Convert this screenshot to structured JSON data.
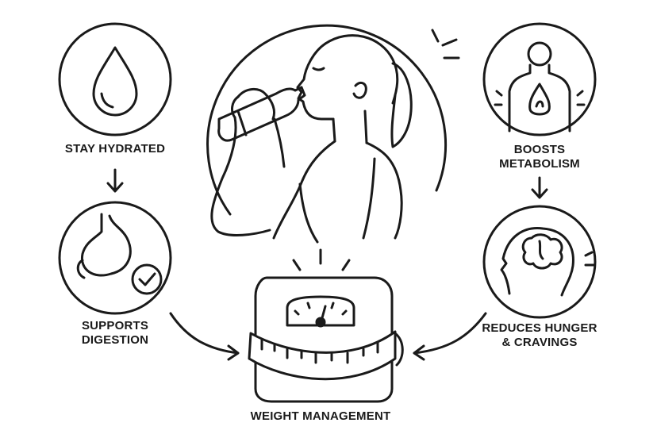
{
  "colors": {
    "ink": "#1a1a1a",
    "background": "#ffffff"
  },
  "benefits": {
    "hydrate": {
      "lines": [
        "STAY HYDRATED"
      ],
      "icon": "water-drop-icon"
    },
    "digestion": {
      "lines": [
        "SUPPORTS",
        "DIGESTION"
      ],
      "icon": "stomach-check-icon"
    },
    "metabolism": {
      "lines": [
        "BOOSTS",
        "METABOLISM"
      ],
      "icon": "body-flame-icon"
    },
    "hunger": {
      "lines": [
        "REDUCES HUNGER",
        "& CRAVINGS"
      ],
      "icon": "head-brain-icon"
    }
  },
  "center": {
    "illustration": "woman-drinking-bottle-icon",
    "goal": {
      "label": "WEIGHT MANAGEMENT",
      "icon": "scale-measuring-tape-icon"
    }
  }
}
